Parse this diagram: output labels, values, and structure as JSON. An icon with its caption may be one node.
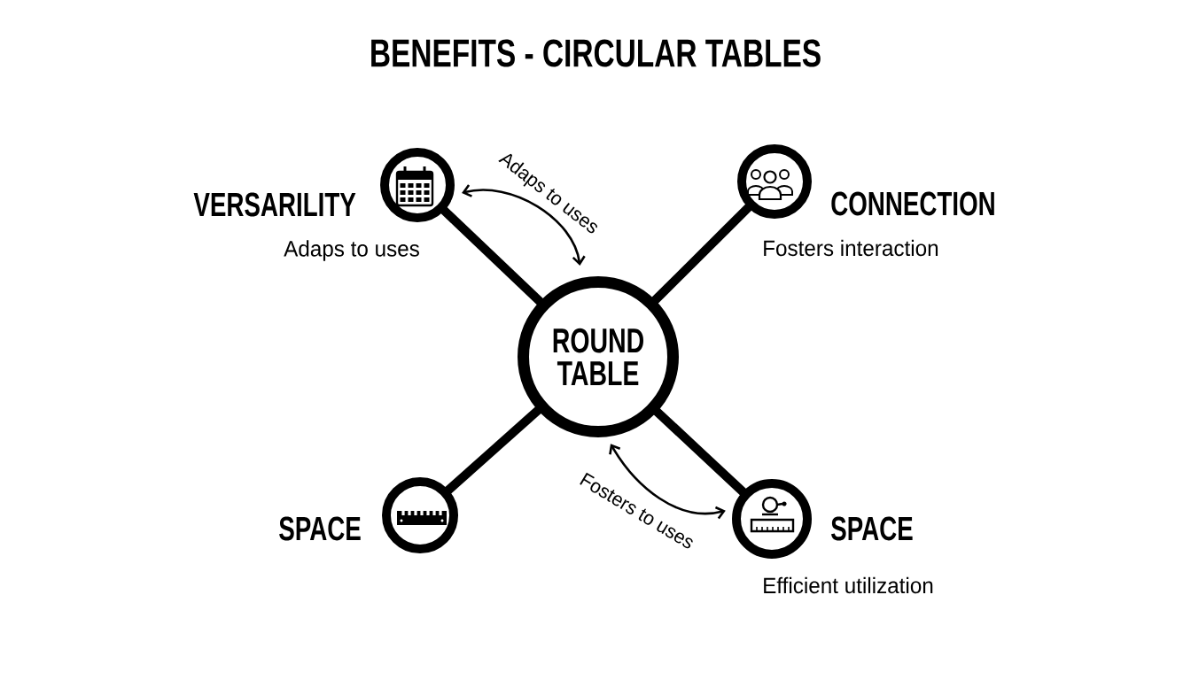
{
  "diagram": {
    "title": "BENEFITS - CIRCULAR TABLES",
    "nodes": [
      {
        "text": [
          "ROUND TABLE"
        ]
      },
      {
        "text": [
          "VERSARILITY"
        ],
        "beside": [
          "Adaps to uses"
        ]
      },
      {
        "text": [
          "CONNECTION"
        ],
        "beside": [
          "Fosters interaction"
        ]
      },
      {
        "text": [
          "SPACE"
        ]
      },
      {
        "text": [
          "SPACE"
        ],
        "beside": [
          "Efficient utilization"
        ]
      }
    ],
    "edges": [
      {
        "from": 0,
        "to": 1,
        "arrow": "none"
      },
      {
        "from": 0,
        "to": 2,
        "arrow": "none"
      },
      {
        "from": 0,
        "to": 3,
        "arrow": "none"
      },
      {
        "from": 0,
        "to": 4,
        "arrow": "none"
      },
      {
        "from": 1,
        "to": 0,
        "arrow": "both",
        "label": "Adaps to uses"
      },
      {
        "from": 0,
        "to": 4,
        "arrow": "both",
        "label": "Fosters to uses"
      }
    ]
  }
}
